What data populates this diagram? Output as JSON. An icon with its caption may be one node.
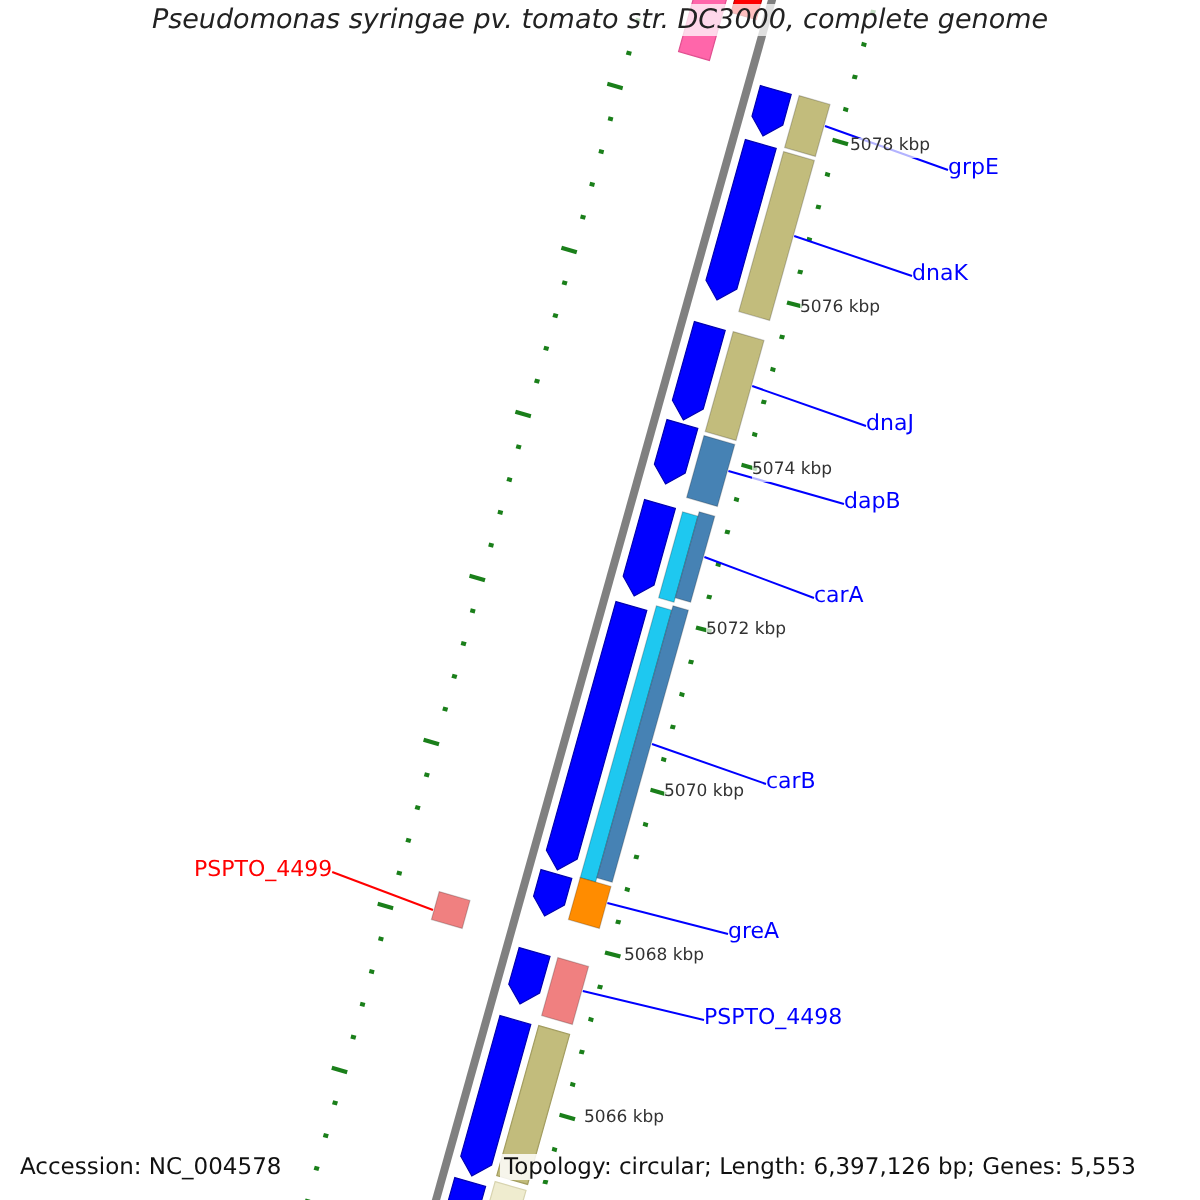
{
  "diagram": {
    "title": "Pseudomonas syringae pv. tomato str. DC3000, complete genome",
    "nodes": [
      {
        "text": [
          "grpE"
        ]
      },
      {
        "text": [],
        "shape": "bar"
      },
      {
        "text": [
          "dnaK"
        ]
      },
      {
        "text": [],
        "shape": "bar"
      },
      {
        "text": [
          "dnaJ"
        ]
      },
      {
        "text": [],
        "shape": "bar"
      },
      {
        "text": [
          "dapB"
        ]
      },
      {
        "text": [],
        "shape": "bar"
      },
      {
        "text": [
          "carA"
        ]
      },
      {
        "text": [],
        "shape": "bar"
      },
      {
        "text": [
          "carB"
        ]
      },
      {
        "text": [],
        "shape": "bar"
      },
      {
        "text": [
          "PSPTO_4499"
        ]
      },
      {
        "text": [],
        "shape": "bar"
      },
      {
        "text": [
          "greA"
        ]
      },
      {
        "text": [],
        "shape": "bar"
      },
      {
        "text": [
          "PSPTO_4498"
        ]
      },
      {
        "text": [],
        "shape": "bar"
      }
    ],
    "edges": [
      {
        "from": 0,
        "to": 1,
        "arrow": "none"
      },
      {
        "from": 2,
        "to": 3,
        "arrow": "none"
      },
      {
        "from": 4,
        "to": 5,
        "arrow": "none"
      },
      {
        "from": 6,
        "to": 7,
        "arrow": "none"
      },
      {
        "from": 8,
        "to": 9,
        "arrow": "none"
      },
      {
        "from": 10,
        "to": 11,
        "arrow": "none"
      },
      {
        "from": 12,
        "to": 13,
        "arrow": "none",
        "color": "#ff0000"
      },
      {
        "from": 14,
        "to": 15,
        "arrow": "none"
      },
      {
        "from": 16,
        "to": 17,
        "arrow": "none"
      }
    ],
    "labels": [
      "5078 kbp",
      "5076 kbp",
      "5074 kbp",
      "5072 kbp",
      "5070 kbp",
      "5068 kbp",
      "5066 kbp",
      "Accession: NC_004578",
      "Topology: circular; Length: 6,397,126 bp; Genes: 5,553"
    ]
  }
}
